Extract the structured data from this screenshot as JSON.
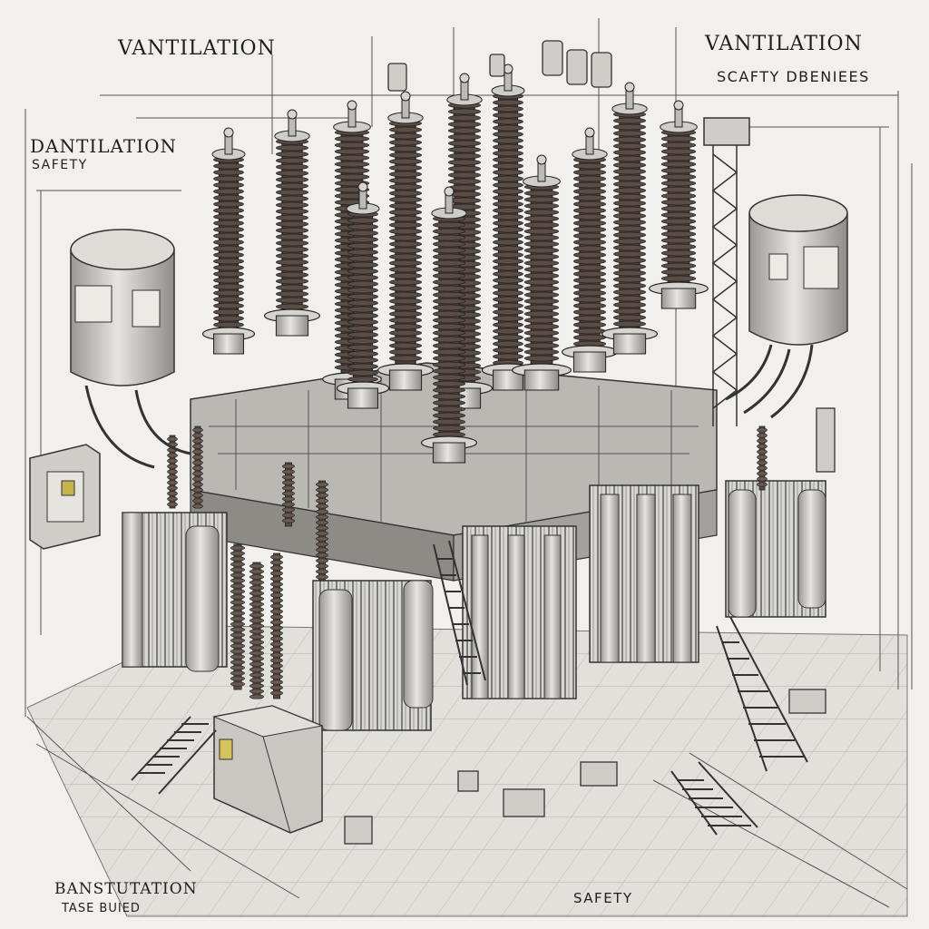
{
  "labels": {
    "ventilation_top_left": "VANTILATION",
    "ventilation_top_right": "VANTILATION",
    "safety_top_right": "SCAFTY DBENIEES",
    "ventilation_left": "DANTILATION",
    "safety_left": "SAFETY",
    "ventilation_bottom_left": "BANSTUTATION",
    "ventilation_bottom_left_2": "TASE BUIED",
    "safety_bottom": "SAFETY"
  },
  "colors": {
    "paper": "#f1f0ec",
    "ink": "#1e1e1e",
    "metal": "#c9c9c5",
    "metal_dark": "#6c6a66",
    "insulator": "#4b3f38",
    "ground": "#dcdad3"
  },
  "icons": [
    "transformer",
    "bushing-insulator",
    "cooling-radiator",
    "oil-conservator-tank",
    "control-cabinet",
    "ladder",
    "stairs",
    "dimension-line"
  ]
}
